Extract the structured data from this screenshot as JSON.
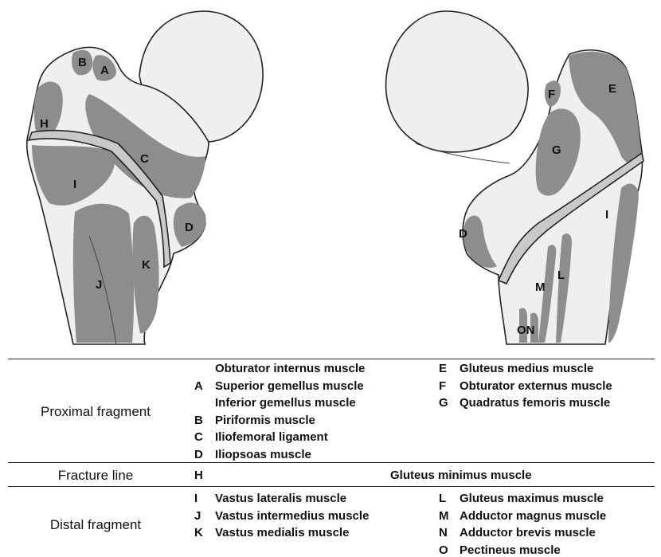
{
  "diagram": {
    "labels_left": [
      "B",
      "A",
      "H",
      "C",
      "I",
      "D",
      "K",
      "J"
    ],
    "labels_right": [
      "F",
      "E",
      "G",
      "I",
      "D",
      "L",
      "M",
      "ON"
    ]
  },
  "legend": {
    "sections": {
      "proximal": "Proximal fragment",
      "fracture": "Fracture line",
      "distal": "Distal fragment"
    },
    "proximal_left": [
      {
        "code": "",
        "name": "Obturator internus muscle"
      },
      {
        "code": "A",
        "name": "Superior gemellus muscle"
      },
      {
        "code": "",
        "name": "Inferior gemellus muscle"
      },
      {
        "code": "B",
        "name": "Piriformis muscle"
      },
      {
        "code": "C",
        "name": "Iliofemoral ligament"
      },
      {
        "code": "D",
        "name": "Iliopsoas muscle"
      }
    ],
    "proximal_right": [
      {
        "code": "E",
        "name": "Gluteus medius muscle"
      },
      {
        "code": "F",
        "name": "Obturator externus muscle"
      },
      {
        "code": "G",
        "name": "Quadratus femoris muscle"
      }
    ],
    "fracture_entry": {
      "code": "H",
      "name": "Gluteus minimus muscle"
    },
    "distal_left": [
      {
        "code": "I",
        "name": "Vastus lateralis muscle"
      },
      {
        "code": "J",
        "name": "Vastus intermedius muscle"
      },
      {
        "code": "K",
        "name": "Vastus medialis muscle"
      }
    ],
    "distal_right": [
      {
        "code": "L",
        "name": "Gluteus maximus muscle"
      },
      {
        "code": "M",
        "name": "Adductor magnus muscle"
      },
      {
        "code": "N",
        "name": "Adductor brevis muscle"
      },
      {
        "code": "O",
        "name": "Pectineus muscle"
      }
    ]
  }
}
